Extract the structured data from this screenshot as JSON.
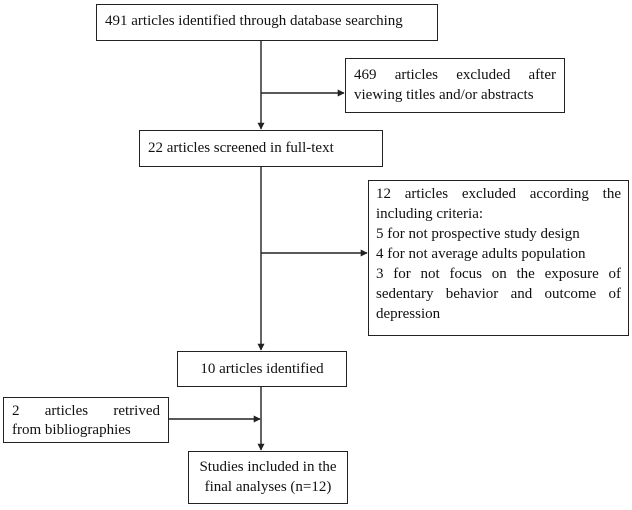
{
  "diagram": {
    "identified": {
      "lines": [
        "491 articles identified through database searching"
      ]
    },
    "excluded_titles": {
      "lines": [
        "469 articles excluded after",
        "viewing titles and/or abstracts"
      ]
    },
    "screened": {
      "lines": [
        "22 articles screened in full-text"
      ]
    },
    "excluded_criteria": {
      "lines": [
        "12 articles excluded according the",
        "including criteria:",
        "5 for not prospective study design",
        "4 for not average adults population",
        "3 for not focus on the exposure of",
        "sedentary behavior and outcome of",
        "depression"
      ]
    },
    "identified_10": {
      "lines": [
        "10 articles identified"
      ]
    },
    "bibliographies": {
      "lines": [
        "2 articles retrived",
        "from bibliographies"
      ]
    },
    "included": {
      "lines": [
        "Studies included in the",
        "final analyses (n=12)"
      ]
    }
  },
  "colors": {
    "stroke": "#222222",
    "text": "#111111",
    "background": "#ffffff"
  }
}
